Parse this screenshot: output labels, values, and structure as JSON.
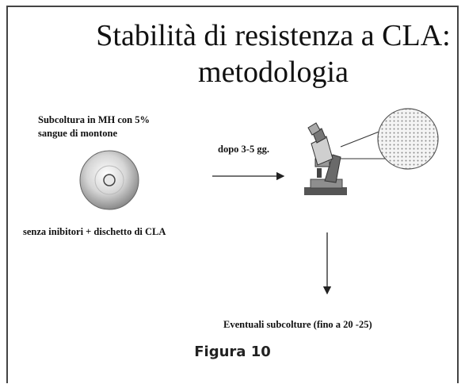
{
  "title_line1": "Stabilità di resistenza a CLA:",
  "title_line2": "metodologia",
  "medium_text": "Subcoltura in MH con 5% sangue di montone",
  "time_text": "dopo 3-5 gg.",
  "disk_text": "senza inibitori + dischetto di CLA",
  "subculture_text": "Eventuali subcolture (fino a 20 -25)",
  "caption": "Figura 10",
  "icons": [
    "petri-dish-icon",
    "microscope-icon",
    "magnified-view-icon"
  ]
}
